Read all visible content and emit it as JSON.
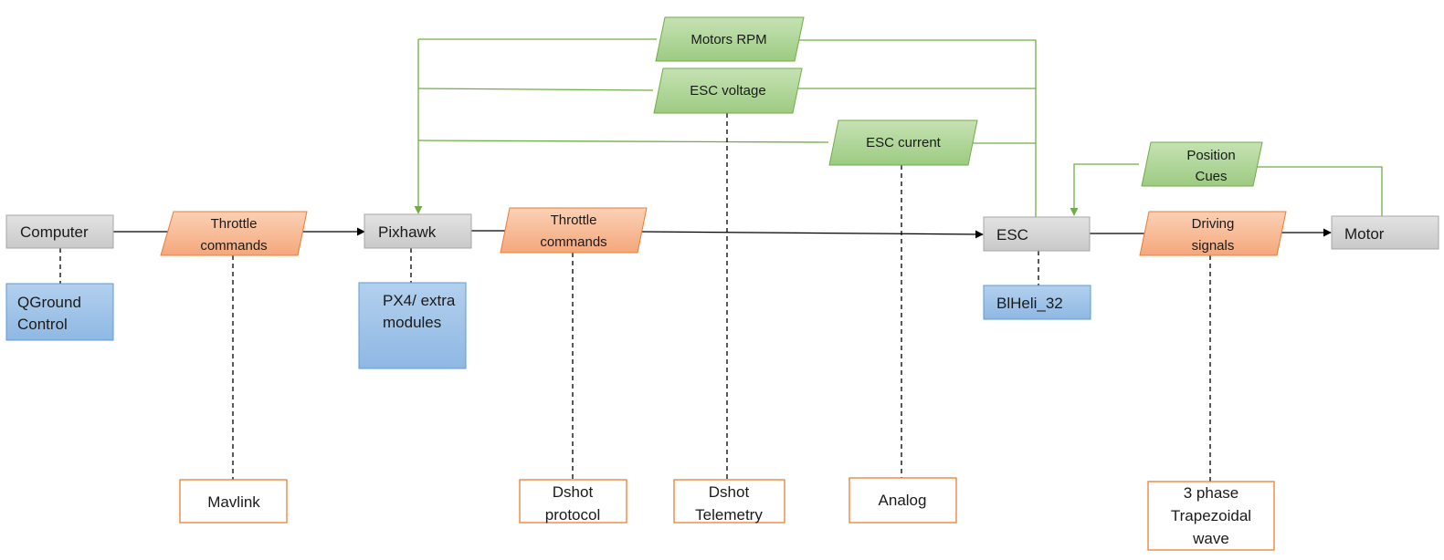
{
  "nodes": {
    "computer": "Computer",
    "pixhawk": "Pixhawk",
    "esc": "ESC",
    "motor": "Motor"
  },
  "software": {
    "qground": [
      "QGround",
      "Control"
    ],
    "px4": [
      "PX4/ extra",
      "modules"
    ],
    "blheli": "BlHeli_32"
  },
  "signals": {
    "throttle1": [
      "Throttle",
      "commands"
    ],
    "throttle2": [
      "Throttle",
      "commands"
    ],
    "driving": [
      "Driving",
      "signals"
    ]
  },
  "feedback": {
    "motors_rpm": "Motors RPM",
    "esc_voltage": "ESC voltage",
    "esc_current": "ESC current",
    "position_cues": [
      "Position",
      "Cues"
    ]
  },
  "protocols": {
    "mavlink": "Mavlink",
    "dshot_protocol": [
      "Dshot",
      "protocol"
    ],
    "dshot_telemetry": [
      "Dshot",
      "Telemetry"
    ],
    "analog": "Analog",
    "trapezoidal": [
      "3 phase",
      "Trapezoidal",
      "wave"
    ]
  },
  "colors": {
    "gray": "#d9d9d9",
    "blue": "#9dc3e6",
    "orange": "#f4b183",
    "green": "#a9d18e",
    "protocol_border": "#ed7d31",
    "feedback_line": "#70ad47"
  }
}
